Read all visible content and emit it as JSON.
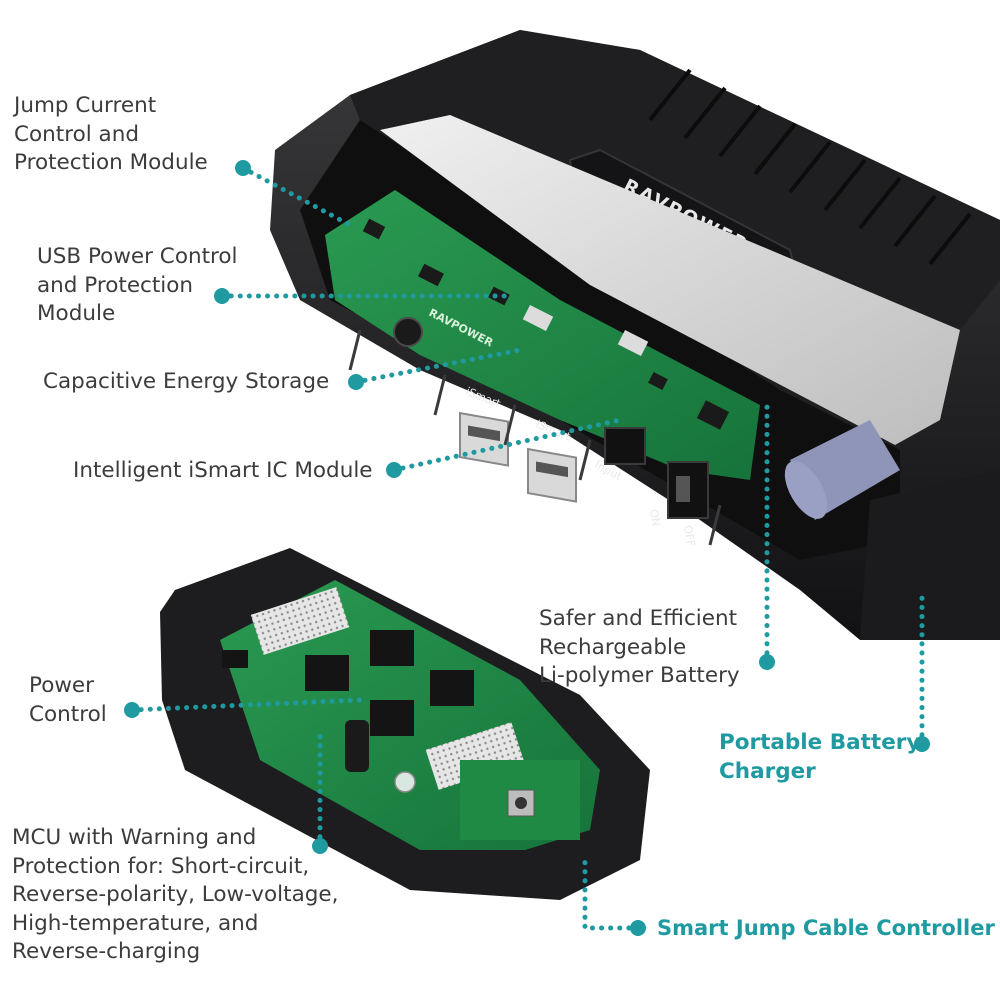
{
  "colors": {
    "accent": "#1f9aa0",
    "text": "#3c3c3c",
    "case": "#1c1c1e",
    "pcb": "#1f8a44"
  },
  "device": {
    "brand": "RAVPOWER",
    "pcb_brand": "RAVPOWER",
    "port_labels": [
      "iSmart",
      "iSmart",
      "Input",
      "ON",
      "OFF"
    ]
  },
  "callouts": [
    {
      "id": "jump-current",
      "lines": [
        "Jump Current",
        "Control and",
        "Protection Module"
      ]
    },
    {
      "id": "usb-power",
      "lines": [
        "USB Power Control",
        "and Protection",
        "Module"
      ]
    },
    {
      "id": "capacitive",
      "lines": [
        "Capacitive Energy Storage"
      ]
    },
    {
      "id": "ismart-ic",
      "lines": [
        "Intelligent iSmart IC Module"
      ]
    },
    {
      "id": "li-polymer",
      "lines": [
        "Safer and Efficient",
        "Rechargeable",
        "Li-polymer Battery"
      ]
    },
    {
      "id": "portable-charger",
      "lines": [
        "Portable Battery",
        "Charger"
      ]
    },
    {
      "id": "power-control",
      "lines": [
        "Power",
        "Control"
      ]
    },
    {
      "id": "mcu",
      "lines": [
        "MCU with Warning and",
        "Protection for: Short-circuit,",
        "Reverse-polarity, Low-voltage,",
        "High-temperature, and",
        "Reverse-charging"
      ]
    },
    {
      "id": "cable-controller",
      "lines": [
        "Smart Jump Cable Controller"
      ]
    }
  ]
}
